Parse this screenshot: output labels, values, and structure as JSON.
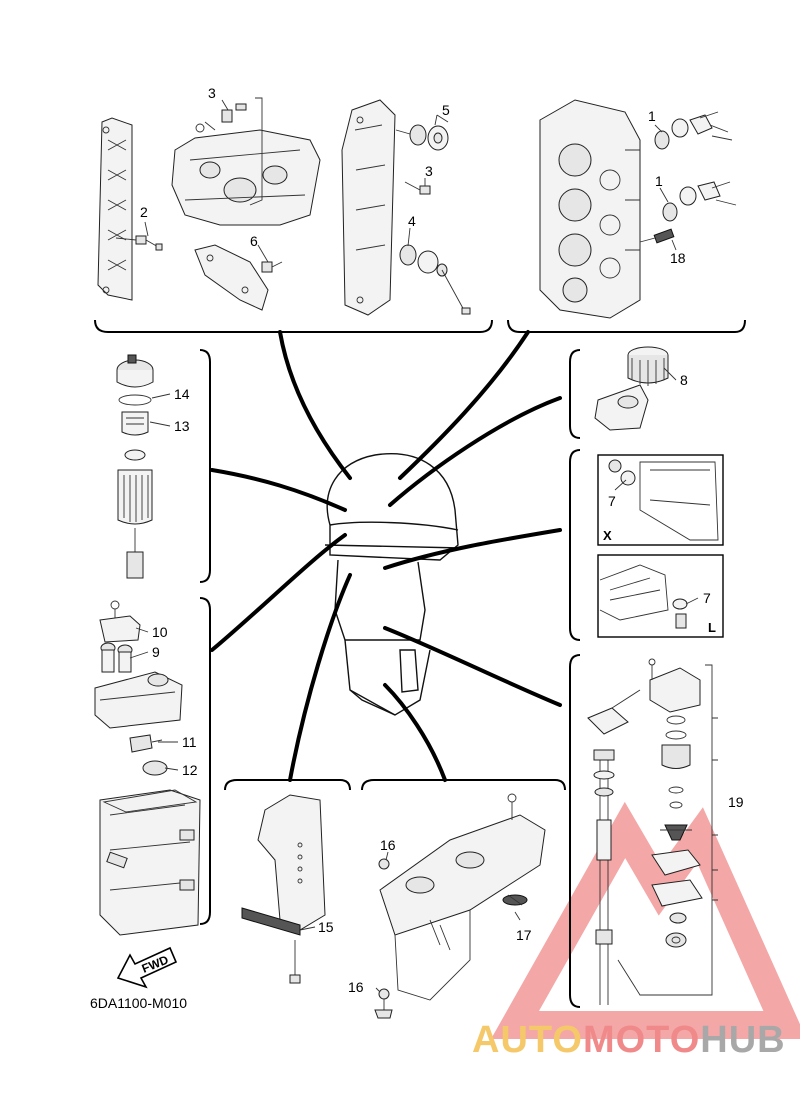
{
  "diagram": {
    "code": "6DA1100-M010",
    "fwd_label": "FWD",
    "view_labels": {
      "x": "X",
      "l": "L"
    },
    "callouts": {
      "p1a": "1",
      "p1b": "1",
      "p2": "2",
      "p3a": "3",
      "p3b": "3",
      "p4": "4",
      "p5": "5",
      "p6": "6",
      "p7a": "7",
      "p7b": "7",
      "p8": "8",
      "p9": "9",
      "p10": "10",
      "p11": "11",
      "p12": "12",
      "p13": "13",
      "p14": "14",
      "p15": "15",
      "p16a": "16",
      "p16b": "16",
      "p17": "17",
      "p18": "18",
      "p19": "19"
    }
  },
  "watermark": {
    "part1": "AUTO",
    "part2": "MOTO",
    "part3": "HUB",
    "colors": {
      "auto": "#f5c96a",
      "moto": "#f08a8a",
      "hub": "#a8a8a8",
      "logo": "#f08a8a"
    }
  }
}
